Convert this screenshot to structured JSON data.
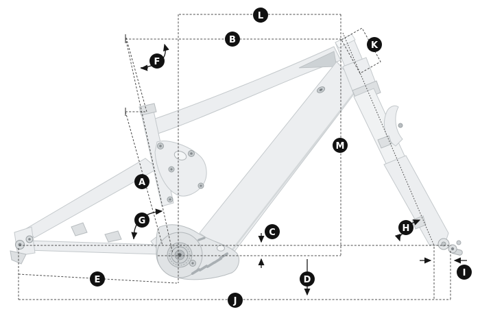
{
  "description": "Mountain bike frame geometry diagram: light grey e-MTB frame with suspension fork, annotated with dashed dimension lines and black circular letter markers",
  "colors": {
    "background": "#ffffff",
    "label_background": "#111111",
    "label_text": "#ffffff",
    "dimension_line": "#4b4b4b",
    "frame_fill": "#eceef0",
    "frame_stroke": "#c3c8cb"
  },
  "labels": [
    {
      "letter": "A"
    },
    {
      "letter": "B"
    },
    {
      "letter": "C"
    },
    {
      "letter": "D"
    },
    {
      "letter": "E"
    },
    {
      "letter": "F"
    },
    {
      "letter": "G"
    },
    {
      "letter": "H"
    },
    {
      "letter": "I"
    },
    {
      "letter": "J"
    },
    {
      "letter": "K"
    },
    {
      "letter": "L"
    },
    {
      "letter": "M"
    }
  ]
}
